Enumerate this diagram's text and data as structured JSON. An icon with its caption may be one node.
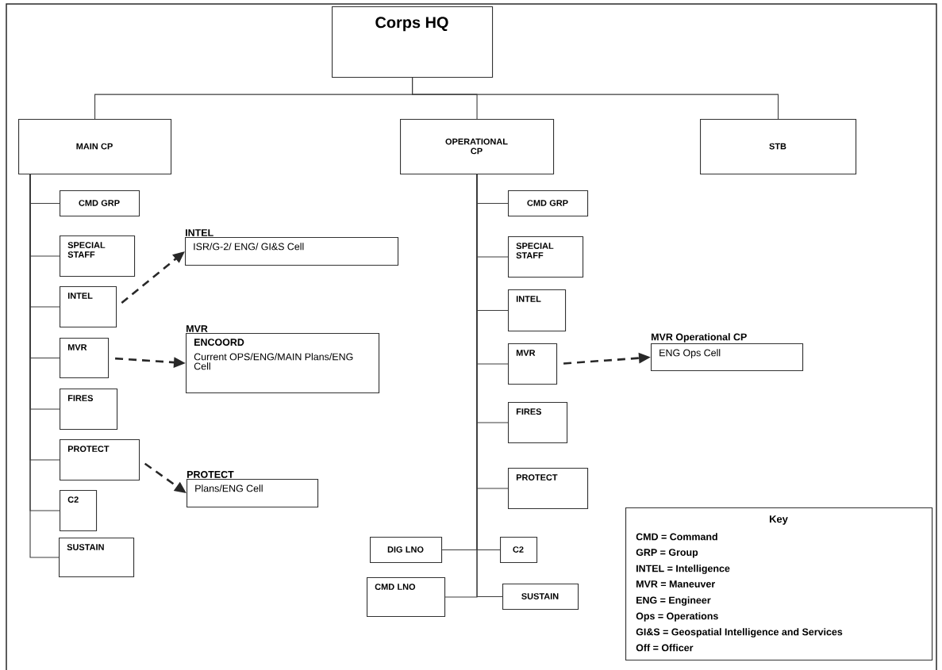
{
  "diagram": {
    "nodes": [
      {
        "text": [
          "Corps HQ"
        ]
      },
      {
        "text": [
          "MAIN CP"
        ]
      },
      {
        "text": [
          "OPERATIONAL CP"
        ]
      },
      {
        "text": [
          "STB"
        ]
      },
      {
        "text": [
          "CMD GRP"
        ]
      },
      {
        "text": [
          "SPECIAL STAFF"
        ]
      },
      {
        "text": [
          "INTEL"
        ]
      },
      {
        "text": [
          "MVR"
        ]
      },
      {
        "text": [
          "FIRES"
        ]
      },
      {
        "text": [
          "PROTECT"
        ]
      },
      {
        "text": [
          "C2"
        ]
      },
      {
        "text": [
          "SUSTAIN"
        ]
      },
      {
        "text": [
          "INTEL",
          "ISR/G-2/ ENG/ GI&S Cell"
        ]
      },
      {
        "text": [
          "MVR",
          "ENCOORD",
          "Current OPS/ENG/MAIN Plans/ENG Cell"
        ]
      },
      {
        "text": [
          "PROTECT",
          "Plans/ENG Cell"
        ]
      },
      {
        "text": [
          "CMD GRP"
        ]
      },
      {
        "text": [
          "SPECIAL STAFF"
        ]
      },
      {
        "text": [
          "INTEL"
        ]
      },
      {
        "text": [
          "MVR"
        ]
      },
      {
        "text": [
          "FIRES"
        ]
      },
      {
        "text": [
          "PROTECT"
        ]
      },
      {
        "text": [
          "DIG LNO"
        ]
      },
      {
        "text": [
          "C2"
        ]
      },
      {
        "text": [
          "CMD LNO"
        ]
      },
      {
        "text": [
          "SUSTAIN"
        ]
      },
      {
        "text": [
          "MVR Operational CP",
          "ENG Ops Cell"
        ]
      },
      {
        "text": [
          "Key",
          "CMD = Command",
          "GRP = Group",
          "INTEL = Intelligence",
          "MVR = Maneuver",
          "ENG = Engineer",
          "Ops = Operations",
          "GI&S = Geospatial Intelligence and Services",
          "Off = Officer"
        ]
      }
    ],
    "edges": [
      {
        "from": 0,
        "to": 1,
        "arrow": "none"
      },
      {
        "from": 0,
        "to": 2,
        "arrow": "none"
      },
      {
        "from": 0,
        "to": 3,
        "arrow": "none"
      },
      {
        "from": 1,
        "to": 4,
        "arrow": "none"
      },
      {
        "from": 1,
        "to": 5,
        "arrow": "none"
      },
      {
        "from": 1,
        "to": 6,
        "arrow": "none"
      },
      {
        "from": 1,
        "to": 7,
        "arrow": "none"
      },
      {
        "from": 1,
        "to": 8,
        "arrow": "none"
      },
      {
        "from": 1,
        "to": 9,
        "arrow": "none"
      },
      {
        "from": 1,
        "to": 10,
        "arrow": "none"
      },
      {
        "from": 1,
        "to": 11,
        "arrow": "none"
      },
      {
        "from": 6,
        "to": 12,
        "arrow": "to",
        "style": "dashed"
      },
      {
        "from": 7,
        "to": 13,
        "arrow": "to",
        "style": "dashed"
      },
      {
        "from": 9,
        "to": 14,
        "arrow": "to",
        "style": "dashed"
      },
      {
        "from": 2,
        "to": 15,
        "arrow": "none"
      },
      {
        "from": 2,
        "to": 16,
        "arrow": "none"
      },
      {
        "from": 2,
        "to": 17,
        "arrow": "none"
      },
      {
        "from": 2,
        "to": 18,
        "arrow": "none"
      },
      {
        "from": 2,
        "to": 19,
        "arrow": "none"
      },
      {
        "from": 2,
        "to": 20,
        "arrow": "none"
      },
      {
        "from": 2,
        "to": 21,
        "arrow": "none"
      },
      {
        "from": 2,
        "to": 22,
        "arrow": "none"
      },
      {
        "from": 2,
        "to": 23,
        "arrow": "none"
      },
      {
        "from": 2,
        "to": 24,
        "arrow": "none"
      },
      {
        "from": 18,
        "to": 25,
        "arrow": "to",
        "style": "dashed"
      }
    ]
  }
}
